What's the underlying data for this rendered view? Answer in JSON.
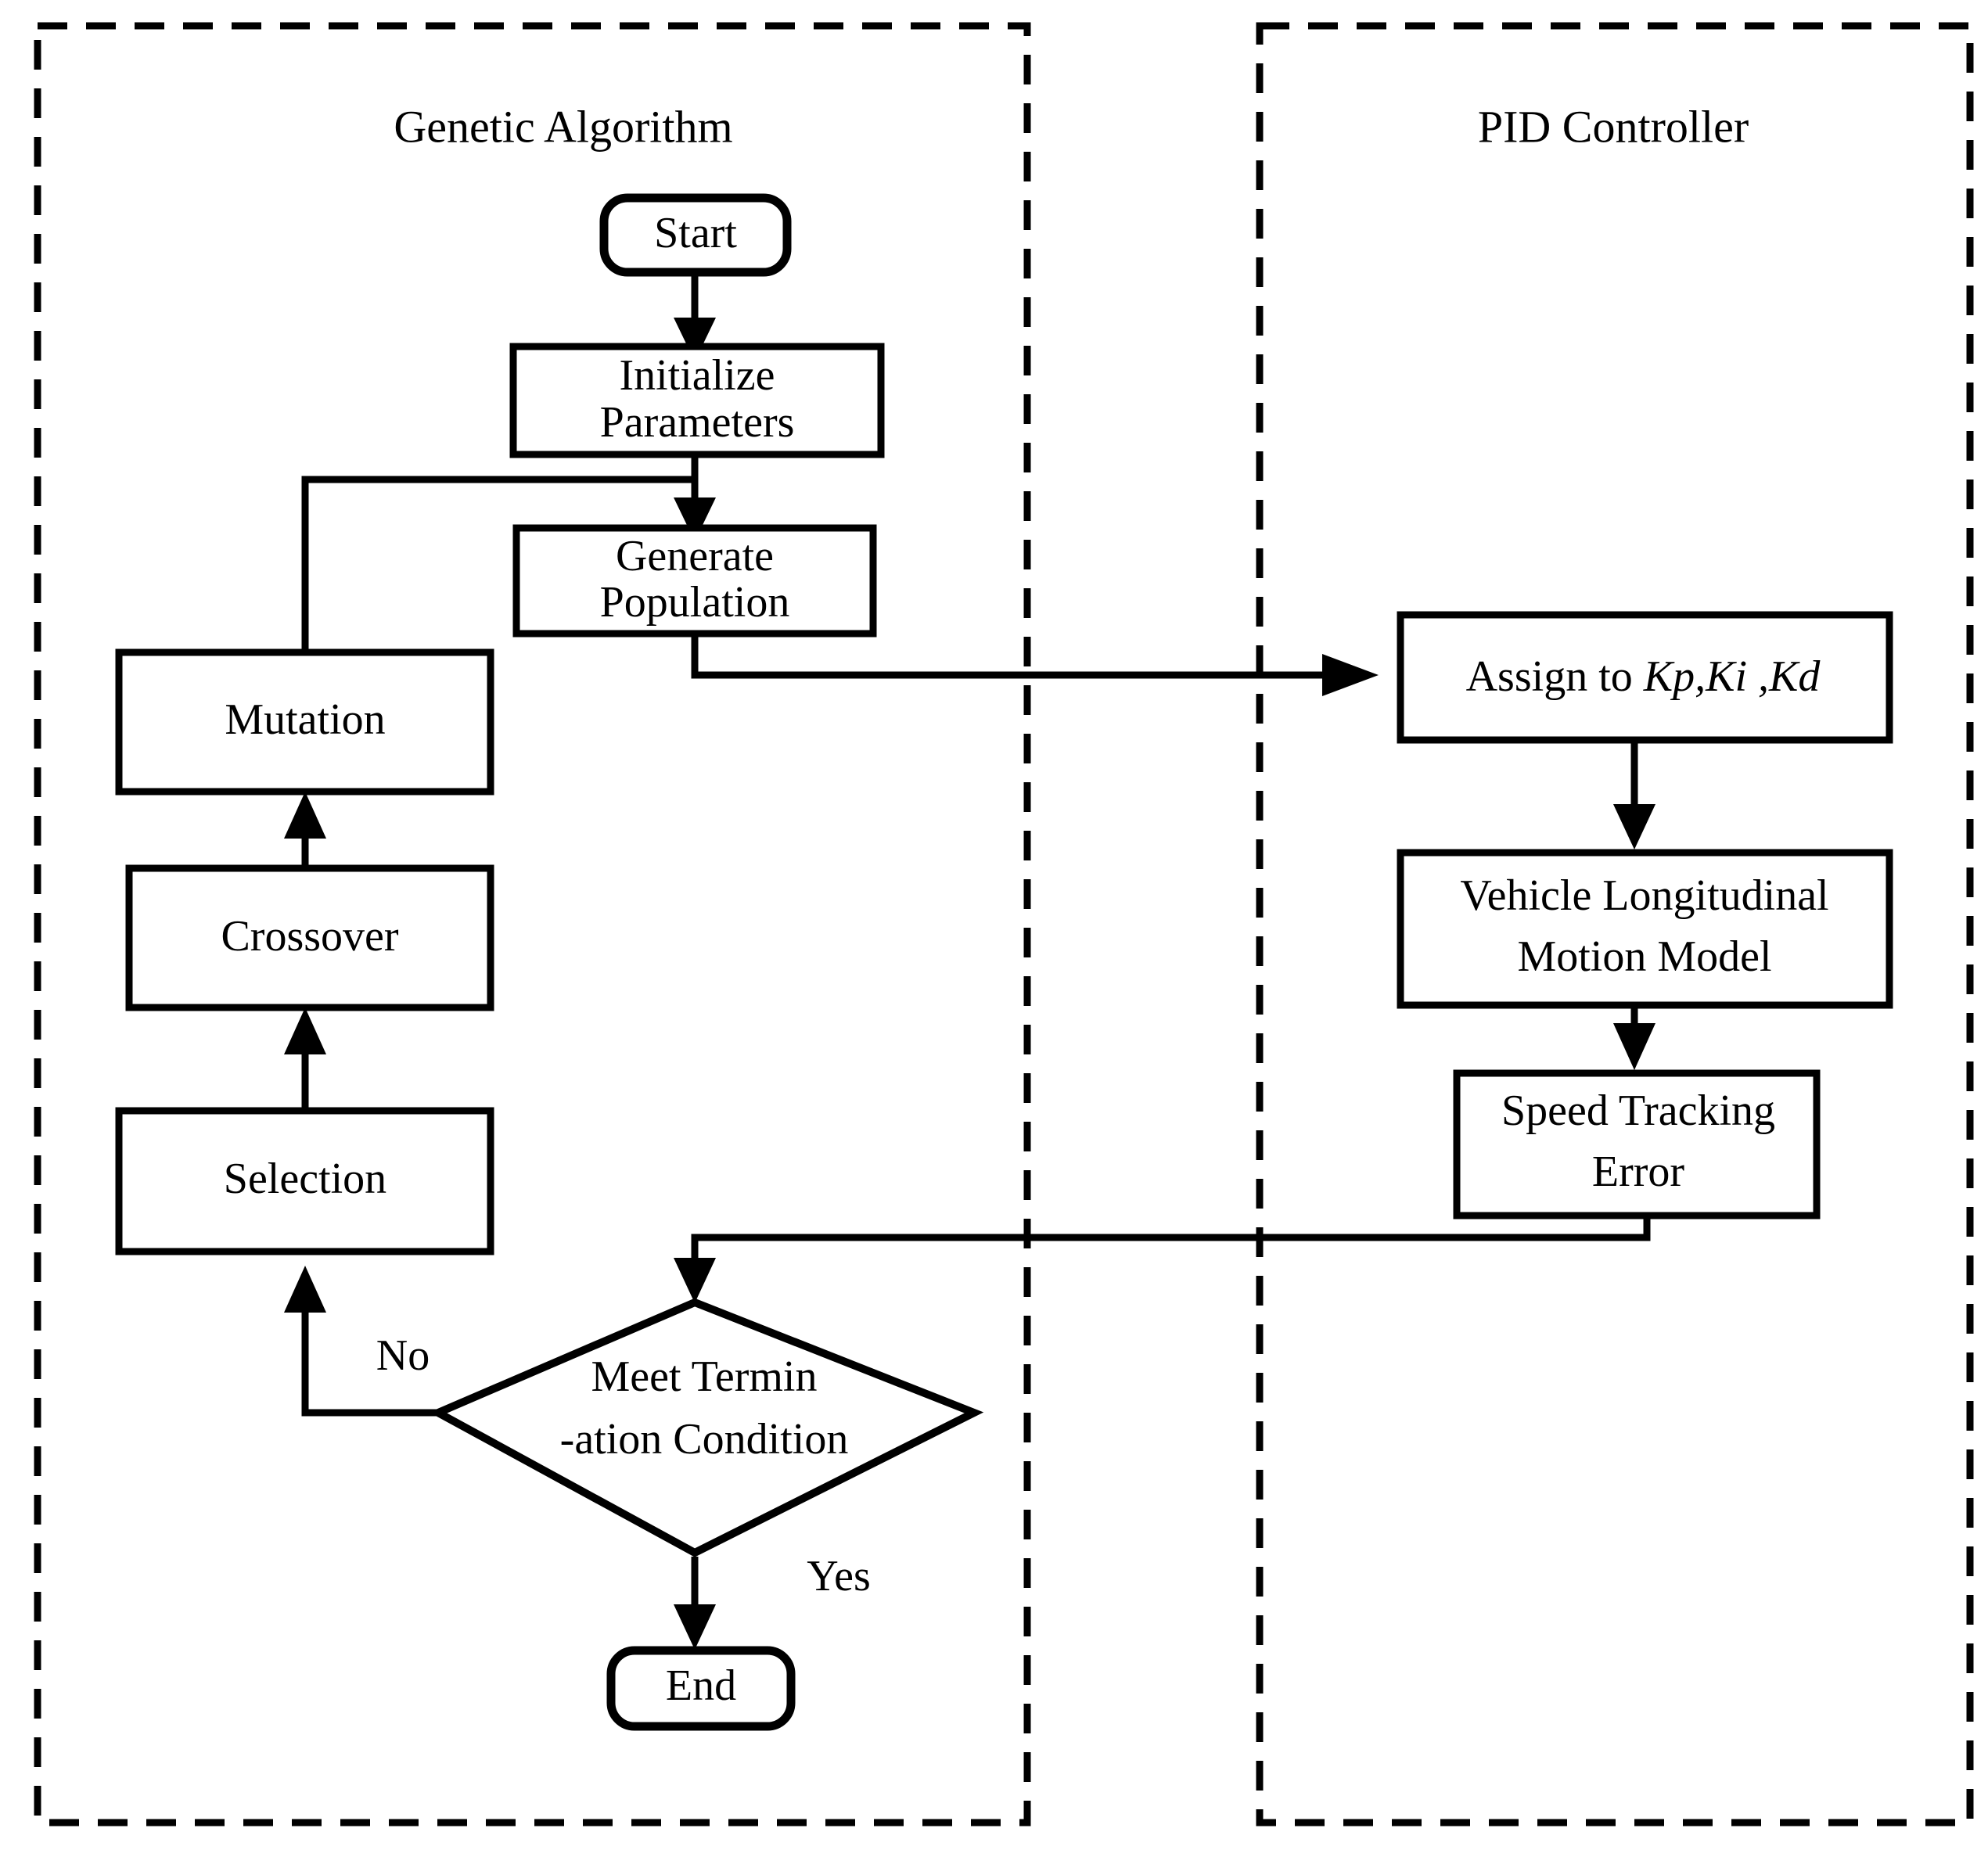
{
  "diagram": {
    "type": "flowchart",
    "panels": [
      {
        "id": "ga",
        "title": "Genetic Algorithm"
      },
      {
        "id": "pid",
        "title": "PID Controller"
      }
    ],
    "nodes": {
      "start": {
        "label": "Start",
        "shape": "rounded-rectangle"
      },
      "init": {
        "line1": "Initialize",
        "line2": "Parameters",
        "shape": "rectangle"
      },
      "generate": {
        "line1": "Generate",
        "line2": "Population",
        "shape": "rectangle"
      },
      "mutation": {
        "label": "Mutation",
        "shape": "rectangle"
      },
      "crossover": {
        "label": "Crossover",
        "shape": "rectangle"
      },
      "selection": {
        "label": "Selection",
        "shape": "rectangle"
      },
      "decision": {
        "line1": "Meet Termin",
        "line2": "-ation Condition",
        "shape": "diamond"
      },
      "end": {
        "label": "End",
        "shape": "rounded-rectangle"
      },
      "assign": {
        "prefix": "Assign to ",
        "gains": "Kp,Ki ,Kd",
        "shape": "rectangle"
      },
      "vehicle": {
        "line1": "Vehicle Longitudinal",
        "line2": "Motion Model",
        "shape": "rectangle"
      },
      "error": {
        "line1": "Speed Tracking",
        "line2": "Error",
        "shape": "rectangle"
      }
    },
    "edge_labels": {
      "no": "No",
      "yes": "Yes"
    },
    "colors": {
      "stroke": "#000000",
      "fill": "#ffffff",
      "background": "#ffffff"
    }
  }
}
